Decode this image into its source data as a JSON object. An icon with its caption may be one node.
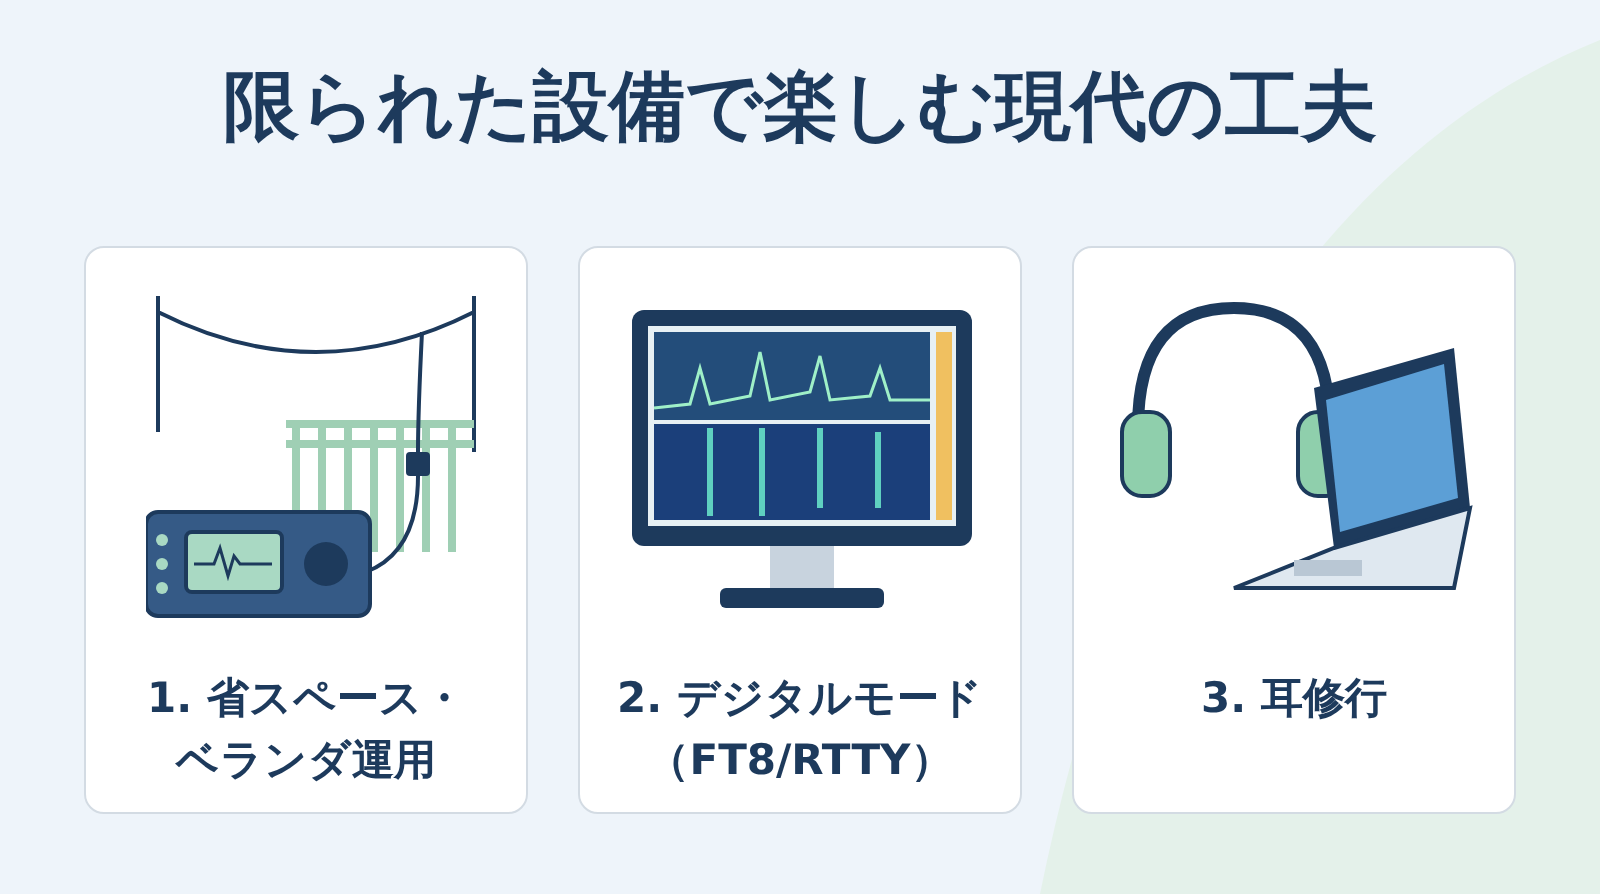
{
  "diagram": {
    "title": "限られた設備で楽しむ現代の工夫",
    "nodes": [
      {
        "text": [
          "1. 省スペース・ベランダ運用"
        ]
      },
      {
        "text": [
          "2. デジタルモード（FT8/RTTY）"
        ]
      },
      {
        "text": [
          "3. 耳修行"
        ]
      }
    ]
  }
}
